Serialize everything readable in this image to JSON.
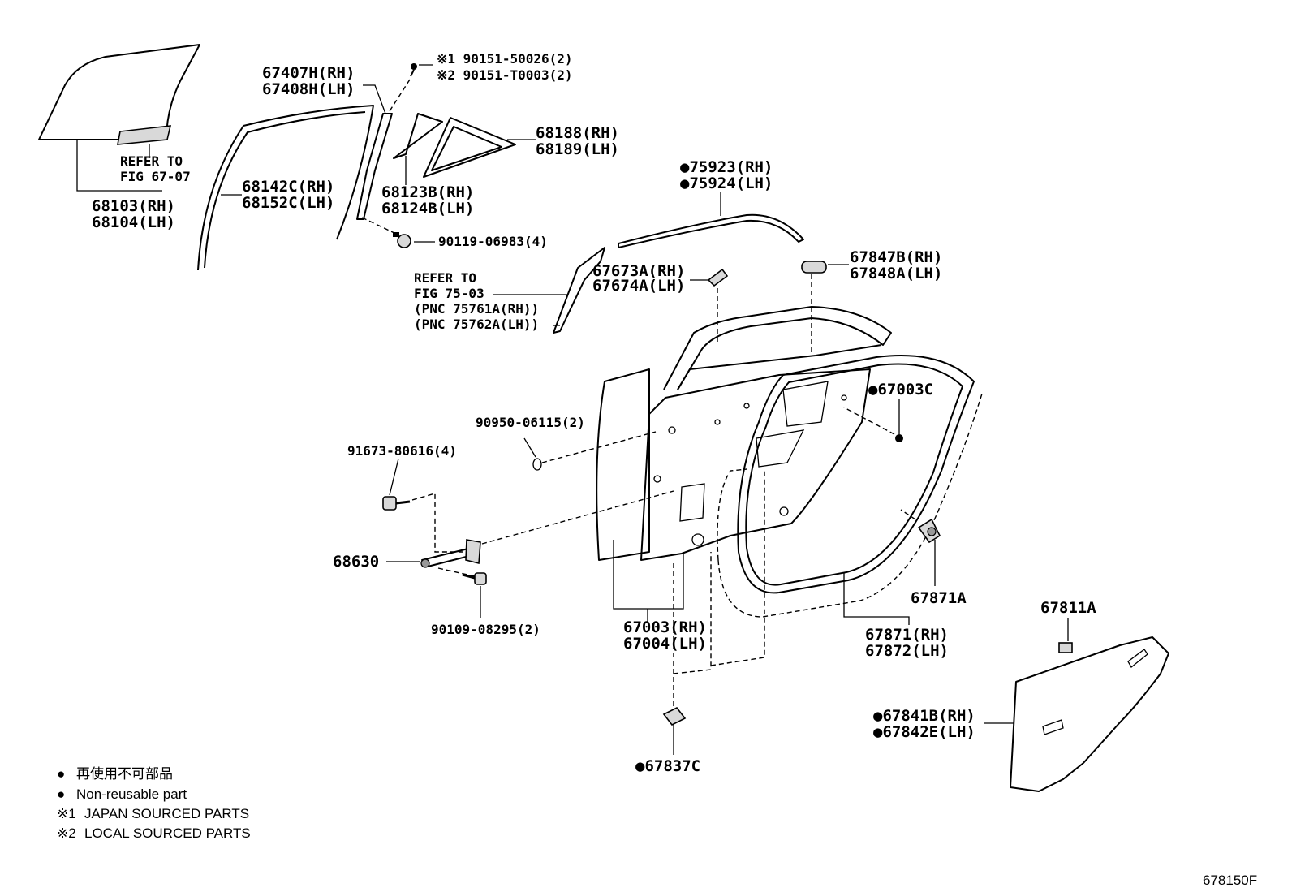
{
  "legend": {
    "bullet": "●",
    "ref1_mark": "※1",
    "ref2_mark": "※2",
    "non_reusable_jp": "再使用不可部品",
    "non_reusable_en": "Non-reusable part",
    "japan_sourced": "JAPAN SOURCED PARTS",
    "local_sourced": "LOCAL SOURCED PARTS"
  },
  "figure_id": "678150F",
  "labels": {
    "p68103": "68103(RH)",
    "p68104": "68104(LH)",
    "refer_67_07_a": "REFER TO",
    "refer_67_07_b": "FIG 67-07",
    "p67407h": "67407H(RH)",
    "p67408h": "67408H(LH)",
    "p68142c": "68142C(RH)",
    "p68152c": "68152C(LH)",
    "bolt_90151_a": "※1 90151-50026(2)",
    "bolt_90151_b": "※2 90151-T0003(2)",
    "p68188": "68188(RH)",
    "p68189": "68189(LH)",
    "p68123b": "68123B(RH)",
    "p68124b": "68124B(LH)",
    "clip_90119": "90119-06983(4)",
    "p75923": "●75923(RH)",
    "p75924": "●75924(LH)",
    "refer_75_03_a": "REFER TO",
    "refer_75_03_b": "FIG 75-03",
    "refer_75_03_c": "(PNC 75761A(RH))",
    "refer_75_03_d": "(PNC 75762A(LH))",
    "p67673a": "67673A(RH)",
    "p67674a": "67674A(LH)",
    "p67847b": "67847B(RH)",
    "p67848a": "67848A(LH)",
    "p67003c": "●67003C",
    "plug_90950": "90950-06115(2)",
    "bolt_91673": "91673-80616(4)",
    "p68630": "68630",
    "bolt_90109": "90109-08295(2)",
    "p67003": "67003(RH)",
    "p67004": "67004(LH)",
    "p67871a": "67871A",
    "p67871": "67871(RH)",
    "p67872": "67872(LH)",
    "p67811a": "67811A",
    "p67841b": "●67841B(RH)",
    "p67842e": "●67842E(LH)",
    "p67837c": "●67837C"
  }
}
